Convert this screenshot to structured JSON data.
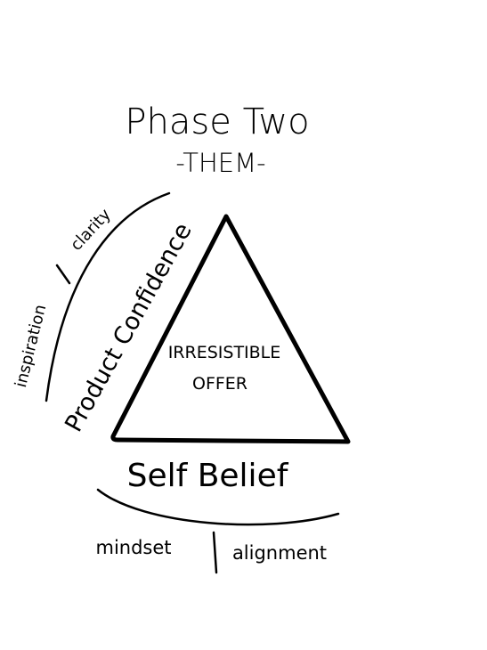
{
  "header": {
    "title": "Phase Two",
    "subtitle": "-THEM-"
  },
  "triangle": {
    "line1": "IRRESISTIBLE",
    "line2": "OFFER"
  },
  "left_side": {
    "label": "Product Confidence",
    "outer_left": "inspiration",
    "outer_right": "clarity"
  },
  "bottom_side": {
    "label": "Self Belief",
    "outer_left": "mindset",
    "outer_right": "alignment"
  }
}
